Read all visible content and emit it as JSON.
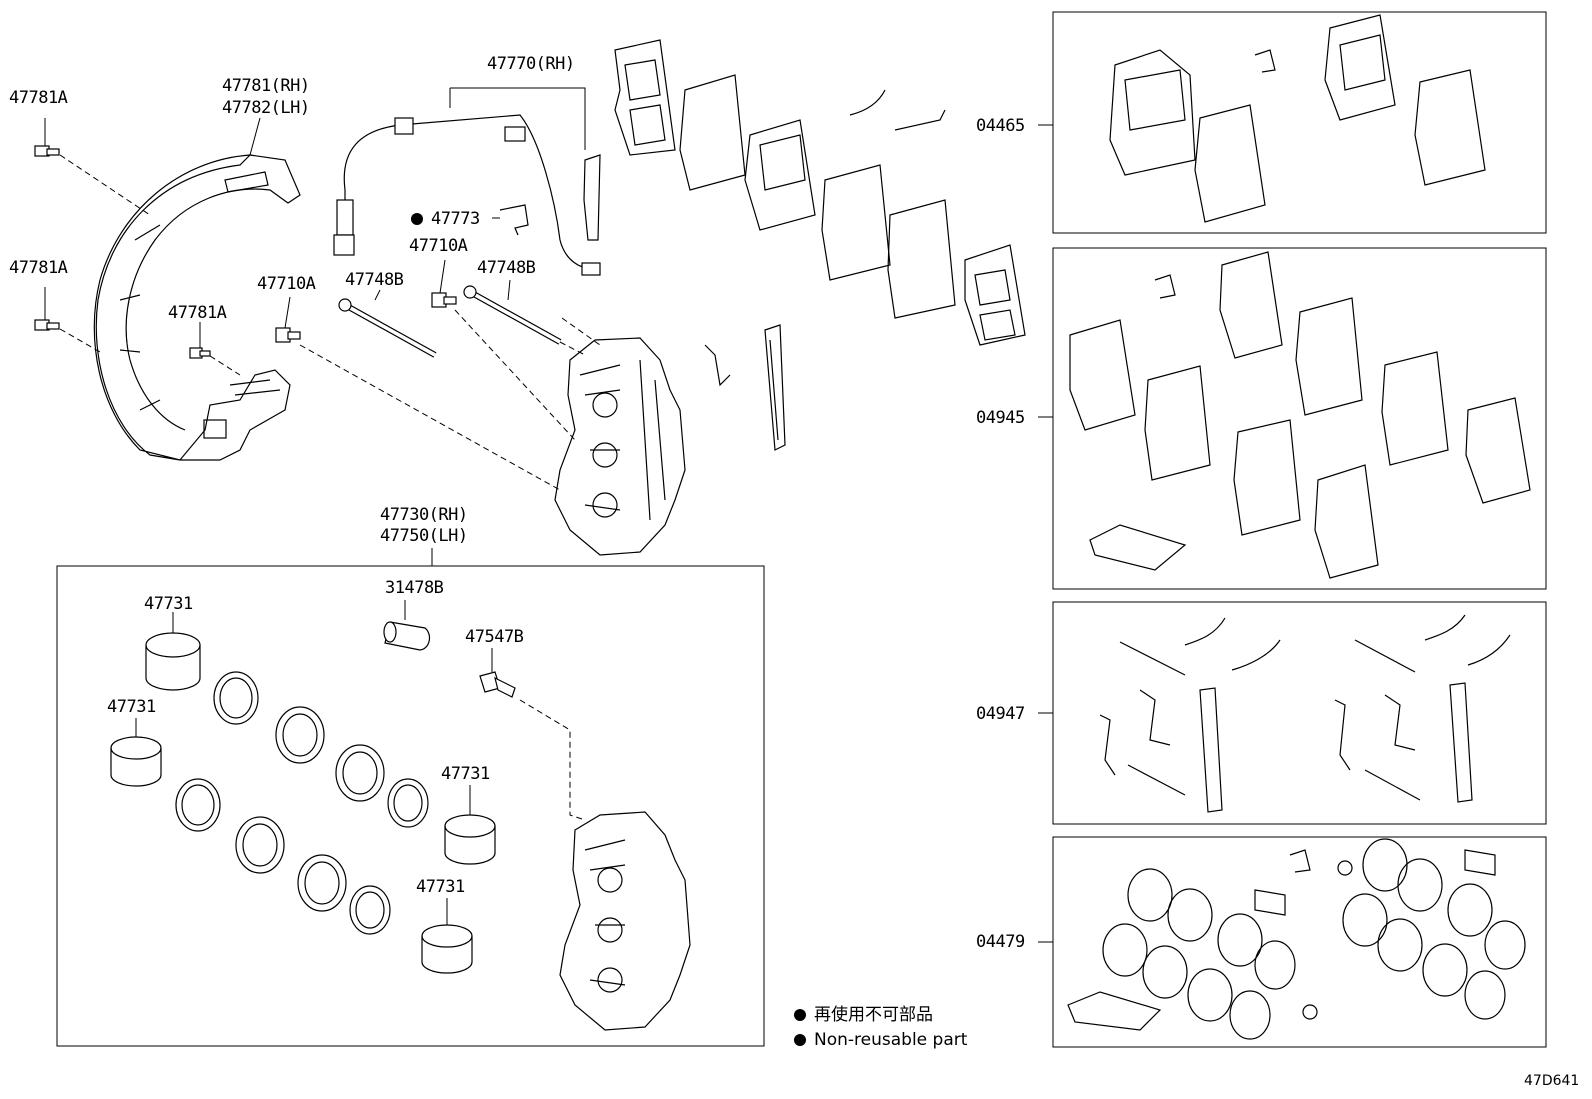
{
  "labels": {
    "p47781a_top": "47781A",
    "p47781_rh": "47781(RH)",
    "p47782_lh": "47782(LH)",
    "p47781a_mid": "47781A",
    "p47781a_inner": "47781A",
    "p47710a_left": "47710A",
    "p47770_rh": "47770(RH)",
    "p47773": "47773",
    "p47710a_right": "47710A",
    "p47748b_left": "47748B",
    "p47748b_right": "47748B",
    "p47730_rh": "47730(RH)",
    "p47750_lh": "47750(LH)",
    "p47731_a": "47731",
    "p47731_b": "47731",
    "p47731_c": "47731",
    "p47731_d": "47731",
    "p31478b": "31478B",
    "p47547b": "47547B",
    "kit_04465": "04465",
    "kit_04945": "04945",
    "kit_04947": "04947",
    "kit_04479": "04479"
  },
  "legend": {
    "jp": "再使用不可部品",
    "en": "Non-reusable part"
  },
  "diagram_code": "47D641"
}
